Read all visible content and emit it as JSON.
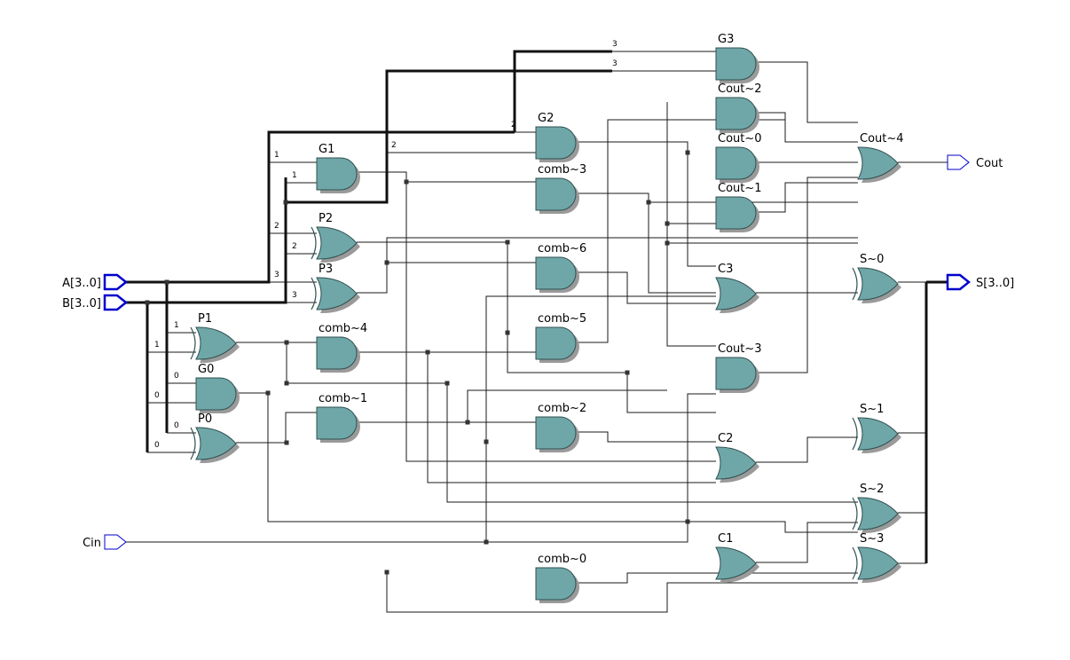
{
  "gates": [
    {
      "id": "G3",
      "type": "and",
      "label": "G3"
    },
    {
      "id": "Cout2",
      "type": "and",
      "label": "Cout~2"
    },
    {
      "id": "G2",
      "type": "and",
      "label": "G2"
    },
    {
      "id": "Cout0",
      "type": "and",
      "label": "Cout~0"
    },
    {
      "id": "G1",
      "type": "and",
      "label": "G1"
    },
    {
      "id": "comb3",
      "type": "and",
      "label": "comb~3"
    },
    {
      "id": "Cout1",
      "type": "and",
      "label": "Cout~1"
    },
    {
      "id": "Cout4",
      "type": "or",
      "label": "Cout~4"
    },
    {
      "id": "P2",
      "type": "xor",
      "label": "P2"
    },
    {
      "id": "S0",
      "type": "xor",
      "label": "S~0"
    },
    {
      "id": "comb6",
      "type": "and",
      "label": "comb~6"
    },
    {
      "id": "P3",
      "type": "xor",
      "label": "P3"
    },
    {
      "id": "C3",
      "type": "or",
      "label": "C3"
    },
    {
      "id": "P1",
      "type": "xor",
      "label": "P1"
    },
    {
      "id": "comb5",
      "type": "and",
      "label": "comb~5"
    },
    {
      "id": "comb4",
      "type": "and",
      "label": "comb~4"
    },
    {
      "id": "Cout3",
      "type": "and",
      "label": "Cout~3"
    },
    {
      "id": "G0",
      "type": "and",
      "label": "G0"
    },
    {
      "id": "comb1",
      "type": "and",
      "label": "comb~1"
    },
    {
      "id": "comb2",
      "type": "and",
      "label": "comb~2"
    },
    {
      "id": "S1",
      "type": "xor",
      "label": "S~1"
    },
    {
      "id": "P0",
      "type": "xor",
      "label": "P0"
    },
    {
      "id": "C2",
      "type": "or",
      "label": "C2"
    },
    {
      "id": "S2",
      "type": "xor",
      "label": "S~2"
    },
    {
      "id": "C1",
      "type": "or",
      "label": "C1"
    },
    {
      "id": "S3",
      "type": "xor",
      "label": "S~3"
    },
    {
      "id": "comb0",
      "type": "and",
      "label": "comb~0"
    }
  ],
  "ports": [
    {
      "id": "A",
      "label": "A[3..0]",
      "dir": "in",
      "bus": true
    },
    {
      "id": "B",
      "label": "B[3..0]",
      "dir": "in",
      "bus": true
    },
    {
      "id": "Cin",
      "label": "Cin",
      "dir": "in",
      "bus": false
    },
    {
      "id": "Cout",
      "label": "Cout",
      "dir": "out",
      "bus": false
    },
    {
      "id": "S",
      "label": "S[3..0]",
      "dir": "out",
      "bus": true
    }
  ],
  "bit_labels": [
    "3",
    "3",
    "2",
    "1",
    "2",
    "1",
    "2",
    "2",
    "3",
    "3",
    "1",
    "1",
    "0",
    "0",
    "0",
    "0"
  ],
  "colors": {
    "gate_fill": "#6fa7a8",
    "gate_stroke": "#2f4f50",
    "port_stroke": "#0000cc",
    "wire": "#1a1a1a"
  }
}
